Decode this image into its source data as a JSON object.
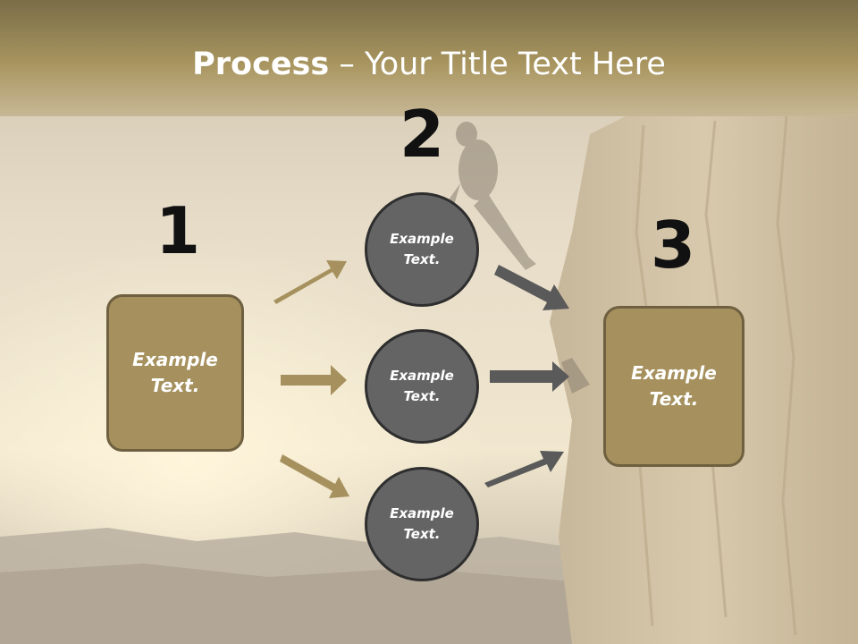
{
  "slide": {
    "title_bold": "Process",
    "title_rest": " – Your Title Text Here"
  },
  "steps": {
    "num1": "1",
    "num2": "2",
    "num3": "3"
  },
  "box_left": {
    "text": "Example\nText."
  },
  "circles": [
    {
      "text": "Example\nText."
    },
    {
      "text": "Example\nText."
    },
    {
      "text": "Example\nText."
    }
  ],
  "box_right": {
    "text": "Example\nText."
  },
  "colors": {
    "box_fill": "#a6915e",
    "circle_fill": "#646464",
    "arrow_tan": "#a6915e",
    "arrow_gray": "#5a5a5a"
  }
}
